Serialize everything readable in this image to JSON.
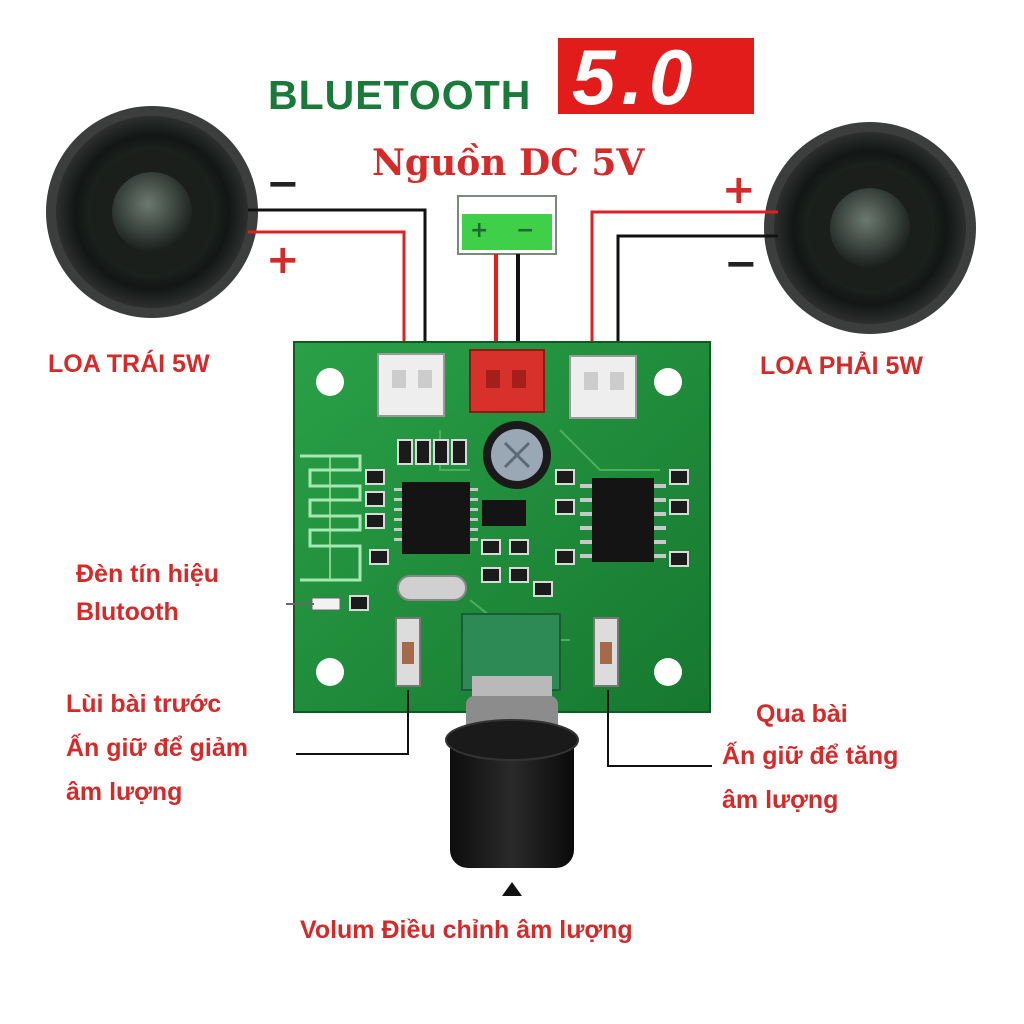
{
  "header": {
    "bluetooth_label": "BLUETOOTH",
    "version_label": "5.0",
    "power_label": "Nguồn DC 5V"
  },
  "speakers": {
    "left_label": "LOA TRÁI 5W",
    "right_label": "LOA PHẢI 5W"
  },
  "polarity": {
    "plus": "+",
    "minus": "−"
  },
  "annotations": {
    "bt_led_line1": "Đèn tín hiệu",
    "bt_led_line2": "Blutooth",
    "prev_line1": "Lùi bài trước",
    "prev_line2": "Ấn giữ để giảm",
    "prev_line3": "âm lượng",
    "next_line1": "Qua bài",
    "next_line2": "Ấn giữ để tăng",
    "next_line3": "âm lượng",
    "volume": "Volum Điều chỉnh âm lượng"
  },
  "colors": {
    "label_red": "#d42a2a",
    "title_green": "#1a7a3a",
    "pcb_green": "#1f8a3c",
    "version_red": "#e21b1b"
  }
}
